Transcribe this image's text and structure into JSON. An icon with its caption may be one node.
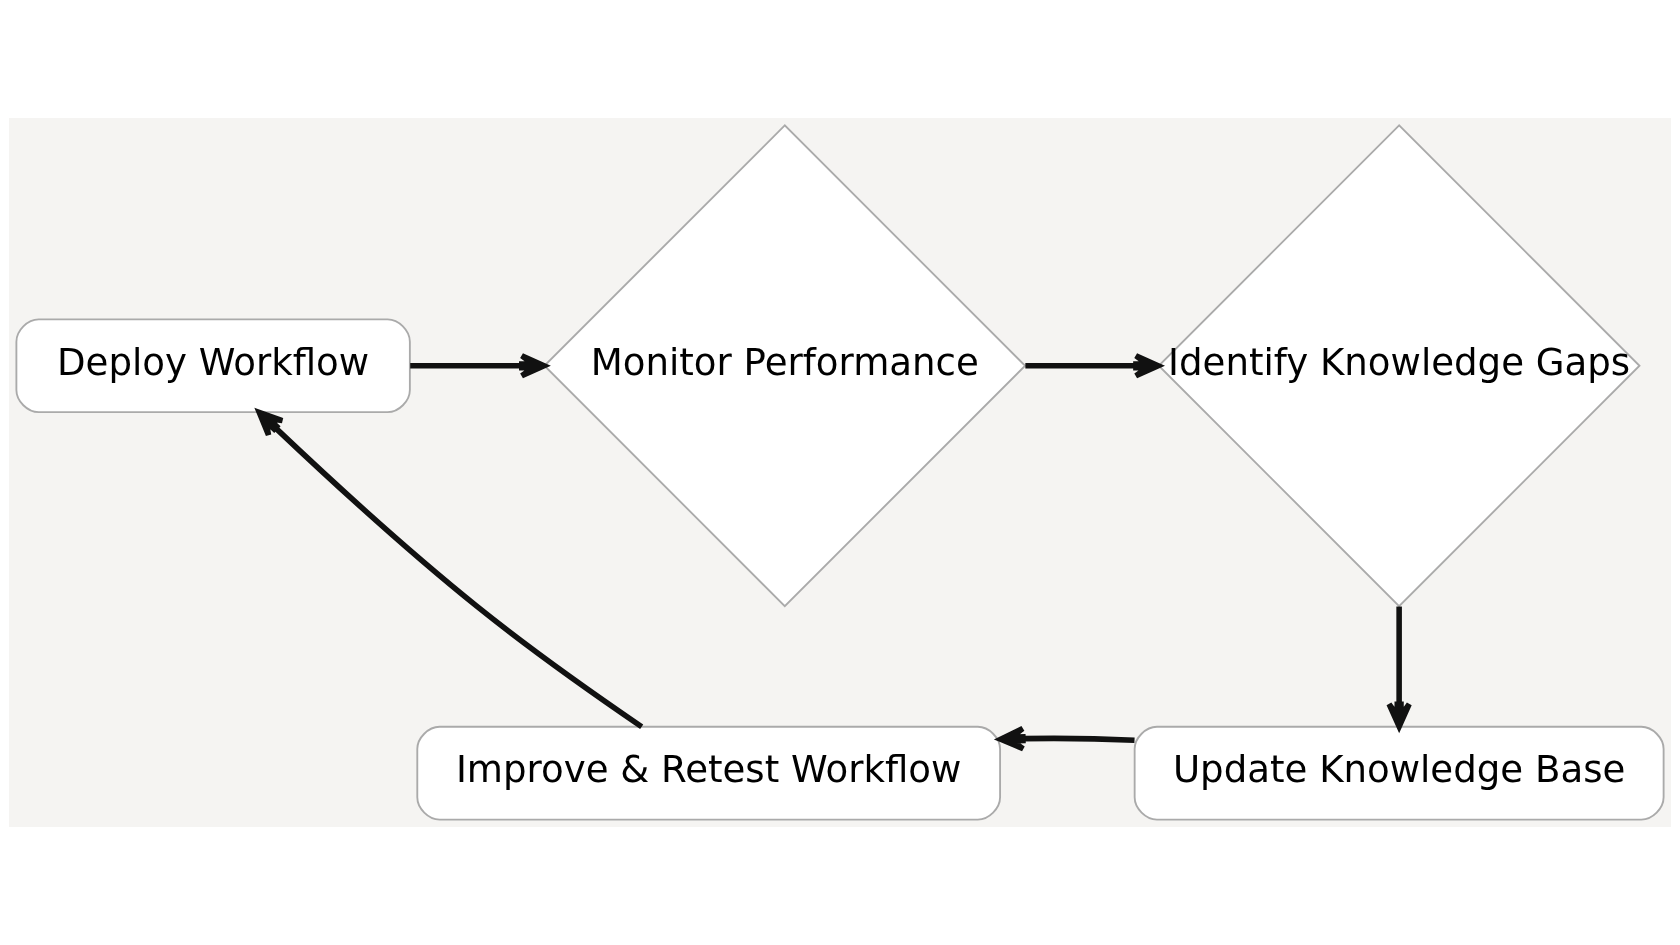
{
  "diagram": {
    "nodes": [
      {
        "text": [
          "Deploy Workflow"
        ]
      },
      {
        "text": [
          "Monitor Performance"
        ]
      },
      {
        "text": [
          "Identify Knowledge Gaps"
        ]
      },
      {
        "text": [
          "Update Knowledge Base"
        ]
      },
      {
        "text": [
          "Improve & Retest Workflow"
        ]
      }
    ],
    "edges": [
      {
        "from": 0,
        "to": 1,
        "arrow": "to"
      },
      {
        "from": 1,
        "to": 2,
        "arrow": "to"
      },
      {
        "from": 2,
        "to": 3,
        "arrow": "to"
      },
      {
        "from": 3,
        "to": 4,
        "arrow": "to"
      },
      {
        "from": 4,
        "to": 0,
        "arrow": "to"
      }
    ]
  }
}
